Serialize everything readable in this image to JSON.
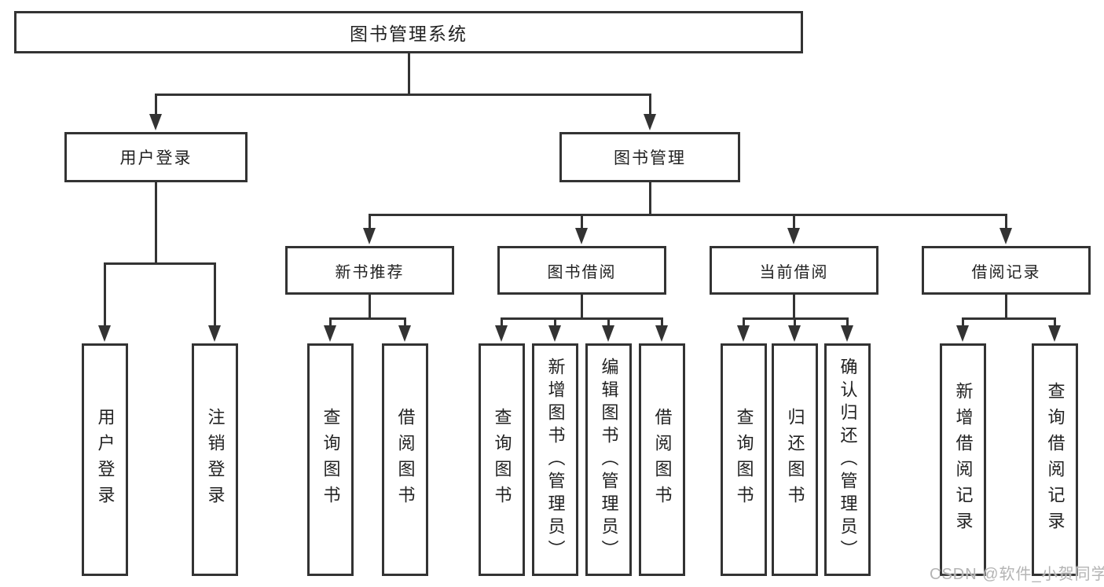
{
  "tree": {
    "root": "图书管理系统",
    "login": {
      "label": "用户登录",
      "children": [
        "用户登录",
        "注销登录"
      ]
    },
    "manage": {
      "label": "图书管理",
      "sections": [
        {
          "label": "新书推荐",
          "children": [
            "查询图书",
            "借阅图书"
          ]
        },
        {
          "label": "图书借阅",
          "children": [
            "查询图书",
            "新增图书（管理员）",
            "编辑图书（管理员）",
            "借阅图书"
          ]
        },
        {
          "label": "当前借阅",
          "children": [
            "查询图书",
            "归还图书",
            "确认归还（管理员）"
          ]
        },
        {
          "label": "借阅记录",
          "children": [
            "新增借阅记录",
            "查询借阅记录"
          ]
        }
      ]
    }
  },
  "watermark": "CSDN @软件_小贺同学",
  "colors": {
    "line": "#333333",
    "text": "#222222",
    "watermark": "#b4b4b4",
    "background": "#ffffff"
  }
}
